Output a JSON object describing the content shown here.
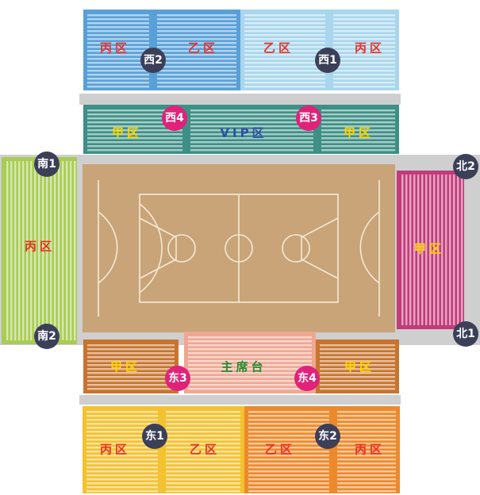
{
  "sections": {
    "west_left_bing": "丙区",
    "west_left_yi": "乙区",
    "west_right_yi": "乙区",
    "west_right_bing": "丙区",
    "west_left_jia": "甲区",
    "vip": "VIP区",
    "west_right_jia": "甲区",
    "south_bing": "丙区",
    "north_jia": "甲区",
    "east_left_jia": "甲区",
    "rostrum": "主席台",
    "east_right_jia": "甲区",
    "east_left_bing": "丙区",
    "east_left_yi": "乙区",
    "east_right_yi": "乙区",
    "east_right_bing": "丙区"
  },
  "gates": {
    "west2": "西2",
    "west1": "西1",
    "west4": "西4",
    "west3": "西3",
    "south1": "南1",
    "south2": "南2",
    "north2": "北2",
    "north1": "北1",
    "east3": "东3",
    "east4": "东4",
    "east1": "东1",
    "east2": "东2"
  },
  "colors": {
    "blue": "#5aa0d8",
    "light_blue": "#a9d6ec",
    "teal": "#3e8f86",
    "green": "#a8cc55",
    "magenta": "#c23b7a",
    "salmon": "#f0a792",
    "orange_brown": "#c8742e",
    "yellow": "#f2c230",
    "orange": "#ec8a2b",
    "court": "#c8a478",
    "gate_dark": "#3b3f58",
    "gate_pink": "#e0227a",
    "red_text": "#e8322a",
    "yellow_text": "#ffd400",
    "vip_text": "#2b4fa8",
    "rostrum_text": "#1e8e2e"
  }
}
